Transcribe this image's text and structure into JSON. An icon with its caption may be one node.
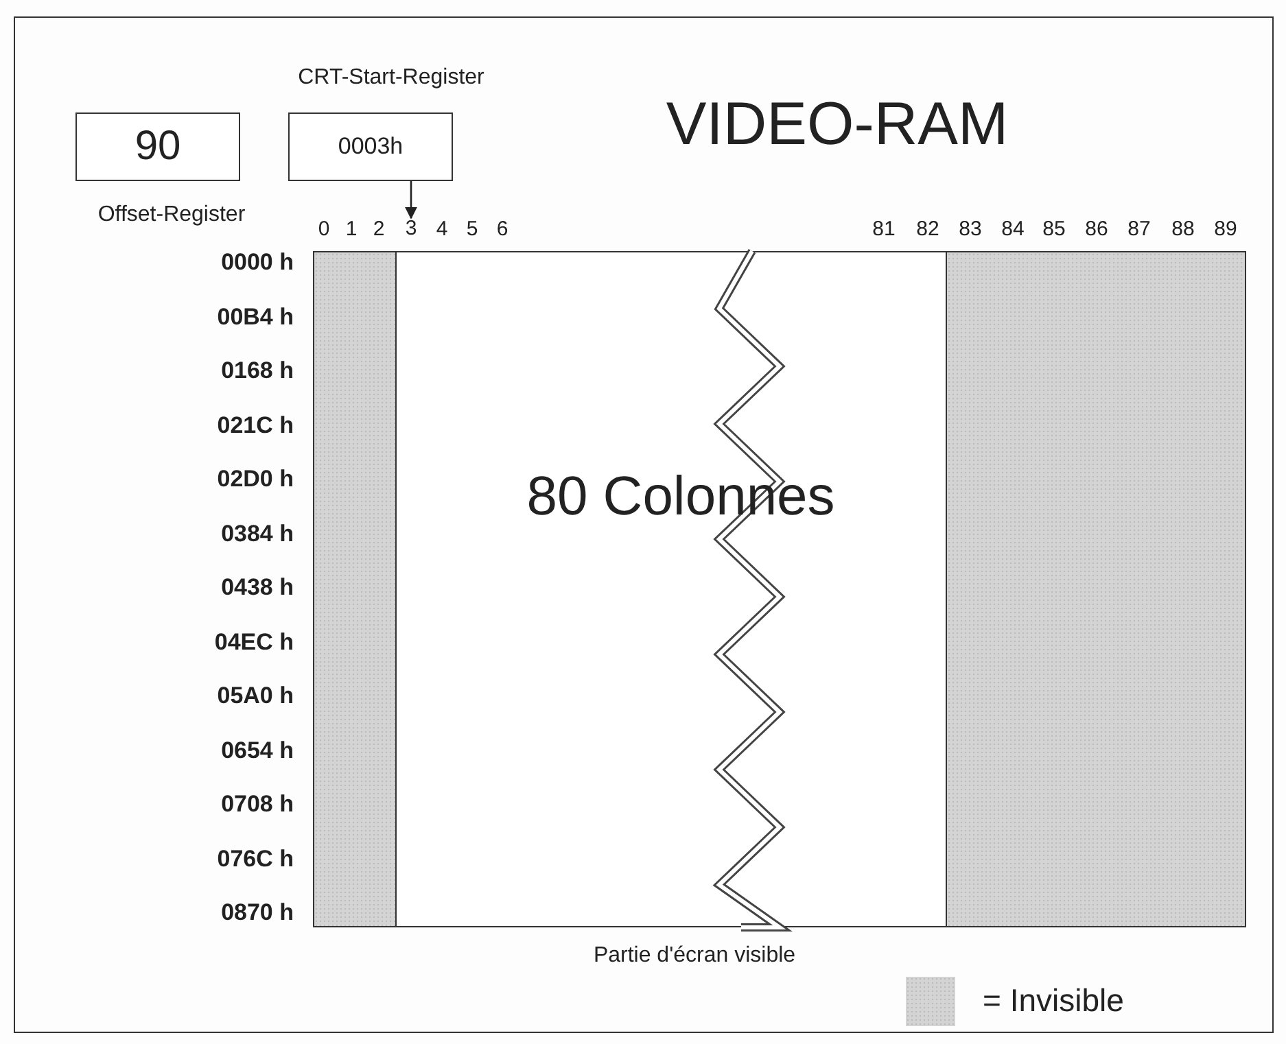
{
  "diagram": {
    "title": "VIDEO-RAM",
    "nodes": [
      {
        "text": [
          "90"
        ],
        "beside": [
          "Offset-Register"
        ]
      },
      {
        "text": [
          "0003h"
        ],
        "beside": [
          "CRT-Start-Register"
        ]
      },
      {
        "text": [
          "3"
        ]
      }
    ],
    "edges": [
      {
        "from": 1,
        "to": 2,
        "arrow": "to"
      }
    ],
    "labels": [
      "0",
      "1",
      "2",
      "4",
      "5",
      "6",
      "81",
      "82",
      "83",
      "84",
      "85",
      "86",
      "87",
      "88",
      "89",
      "0000 h",
      "00B4 h",
      "0168 h",
      "021C h",
      "02D0 h",
      "0384 h",
      "0438 h",
      "04EC h",
      "05A0 h",
      "0654 h",
      "0708 h",
      "076C h",
      "0870 h",
      "80 Colonnes",
      "Partie d'écran visible"
    ],
    "legend": [
      {
        "text": "= Invisible",
        "color": "#d4d4d4"
      }
    ]
  }
}
